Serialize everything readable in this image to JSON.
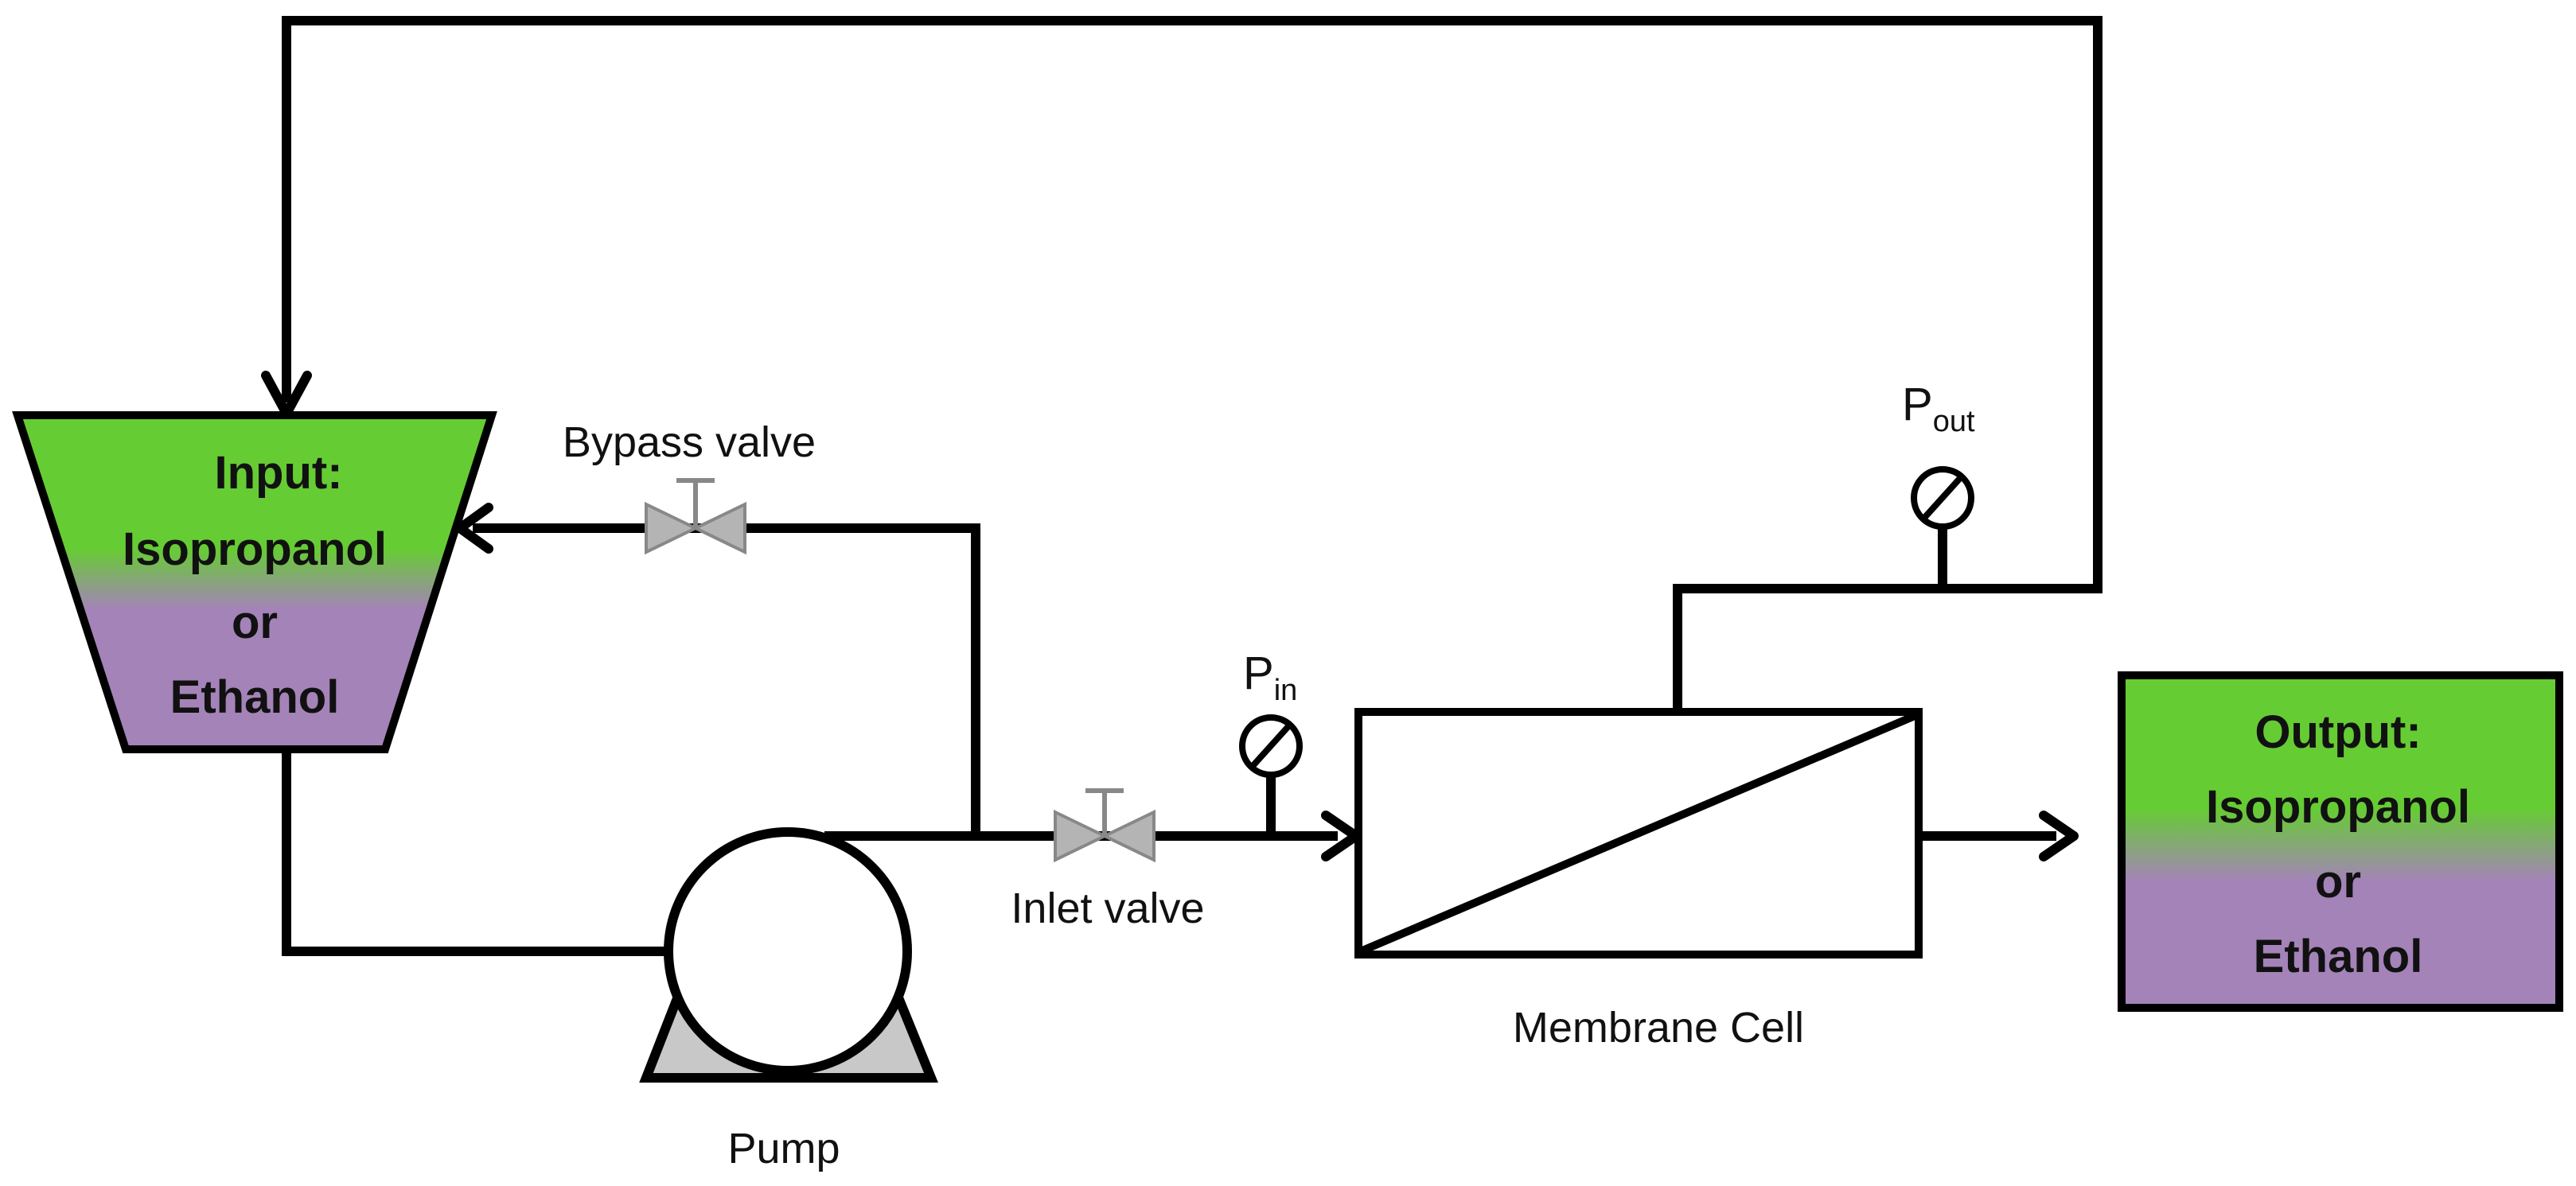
{
  "input_tank": {
    "lines": [
      "Input:",
      "Isopropanol",
      "or",
      "Ethanol"
    ]
  },
  "output_box": {
    "lines": [
      "Output:",
      "Isopropanol",
      "or",
      "Ethanol"
    ]
  },
  "labels": {
    "bypass_valve": "Bypass valve",
    "inlet_valve": "Inlet valve",
    "pump": "Pump",
    "membrane_cell": "Membrane Cell",
    "p_in_main": "P",
    "p_in_sub": "in",
    "p_out_main": "P",
    "p_out_sub": "out"
  },
  "colors": {
    "green": "#66cc33",
    "purple": "#a483b8",
    "line": "#000000",
    "valve": "#b4b4b4",
    "pump_base": "#c8c8c8"
  }
}
